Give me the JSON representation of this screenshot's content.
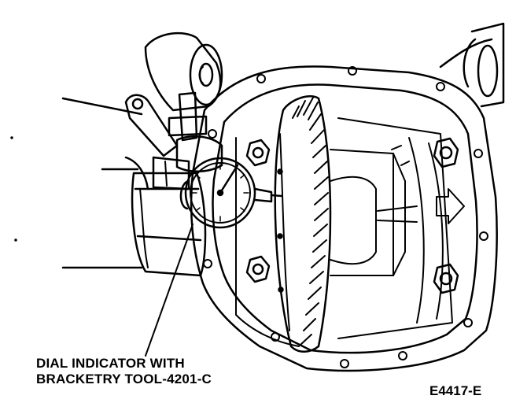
{
  "callout": {
    "line1": "DIAL INDICATOR WITH",
    "line2": "BRACKETRY TOOL-4201-C"
  },
  "figure_code": "E4417-E",
  "colors": {
    "ink": "#000000",
    "paper": "#ffffff"
  }
}
